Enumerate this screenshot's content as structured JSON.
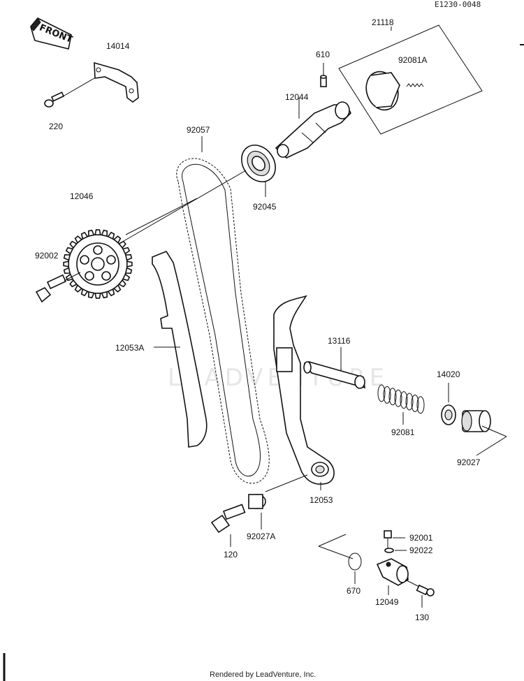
{
  "drawing_code": "E1230-0048",
  "front_label": "FRONT",
  "footer": "Rendered by LeadVenture, Inc.",
  "watermark": "LEADVENTURE",
  "parts": {
    "p21118": "21118",
    "p610": "610",
    "p92081A": "92081A",
    "p14014": "14014",
    "p220": "220",
    "p12044": "12044",
    "p92057": "92057",
    "p92045": "92045",
    "p12046": "12046",
    "p92002": "92002",
    "p12053A": "12053A",
    "p13116": "13116",
    "p14020": "14020",
    "p92081": "92081",
    "p92027": "92027",
    "p12053": "12053",
    "p120": "120",
    "p92027A": "92027A",
    "p92001": "92001",
    "p92022": "92022",
    "p670": "670",
    "p12049": "12049",
    "p130": "130"
  }
}
